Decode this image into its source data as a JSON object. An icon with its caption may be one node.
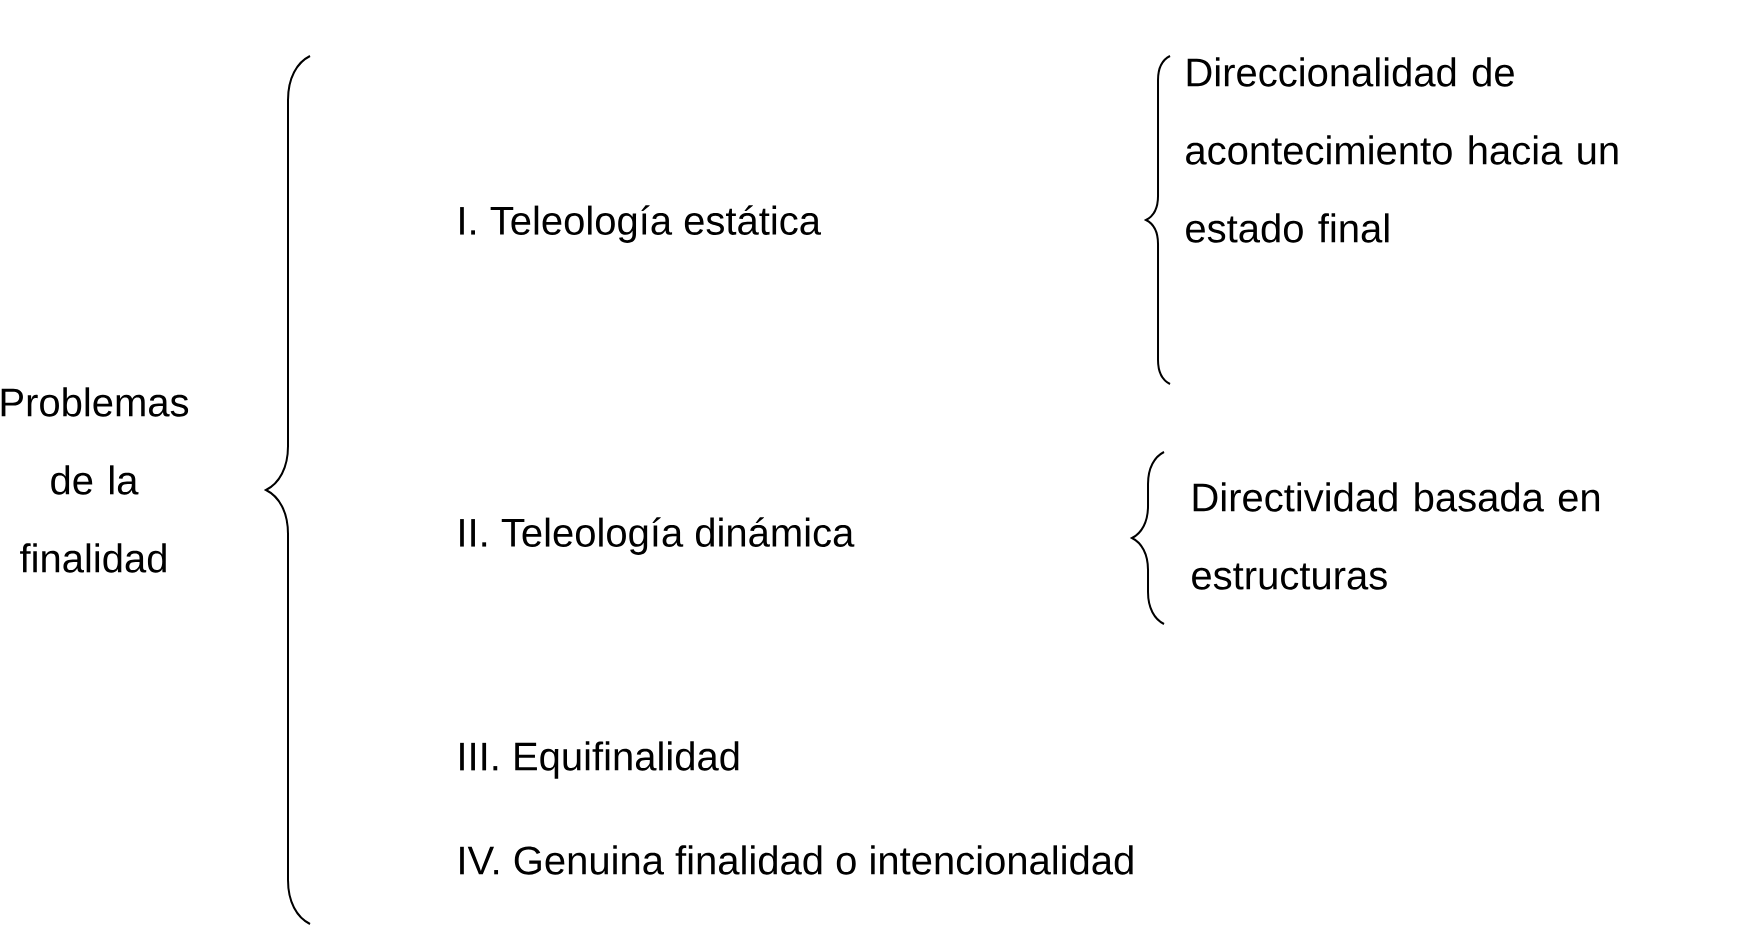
{
  "diagram": {
    "labels": [
      "Problemas de la finalidad",
      "I. Teleología estática",
      "Direccionalidad de acontecimiento hacia un estado final",
      "II. Teleología dinámica",
      "Directividad basada en estructuras",
      "III. Equifinalidad",
      "IV. Genuina finalidad o intencionalidad"
    ]
  }
}
